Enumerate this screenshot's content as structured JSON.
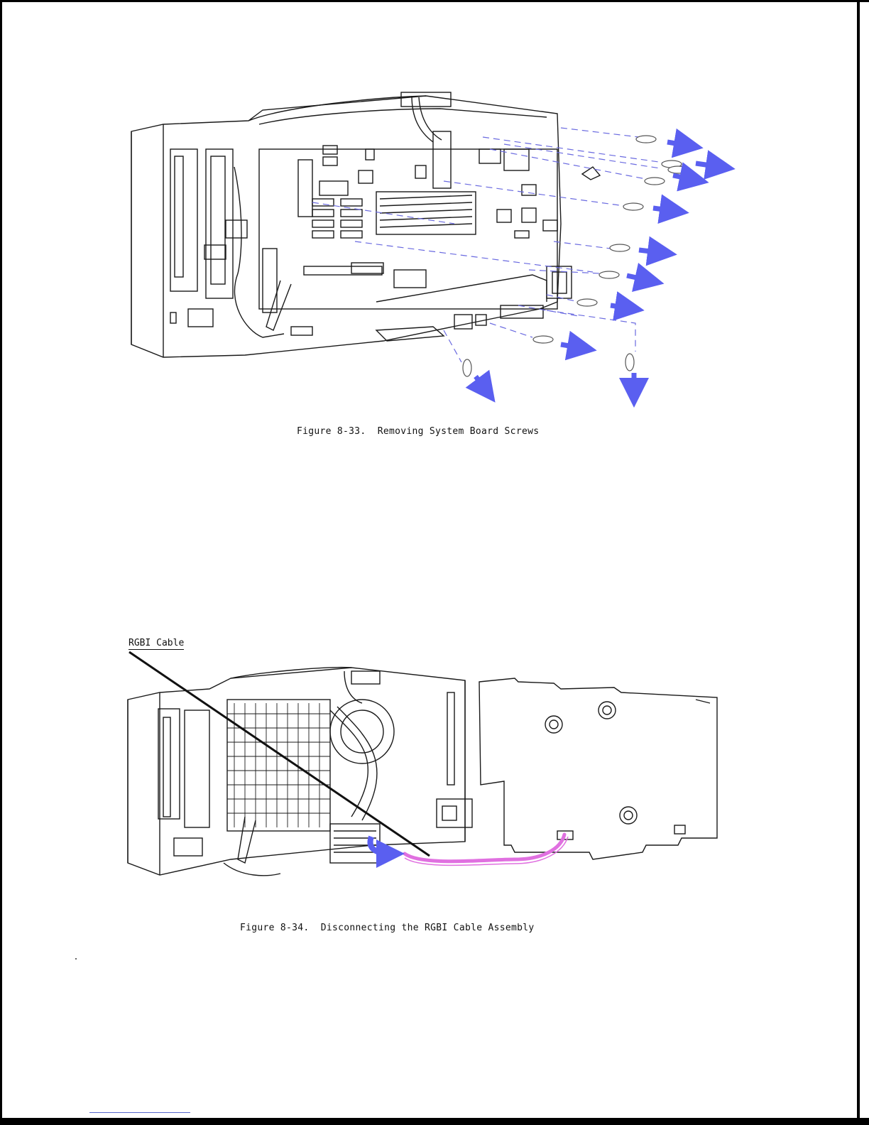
{
  "figures": [
    {
      "caption": "Figure 8-33.  Removing System Board Screws"
    },
    {
      "caption": "Figure 8-34.  Disconnecting the RGBI Cable Assembly",
      "callout_label": "RGBI Cable"
    }
  ],
  "colors": {
    "line_art": "#1a1a1a",
    "arrow": "#5a5ff0",
    "leader_dash": "#6a6ae0",
    "cable_highlight": "#e070e0"
  }
}
